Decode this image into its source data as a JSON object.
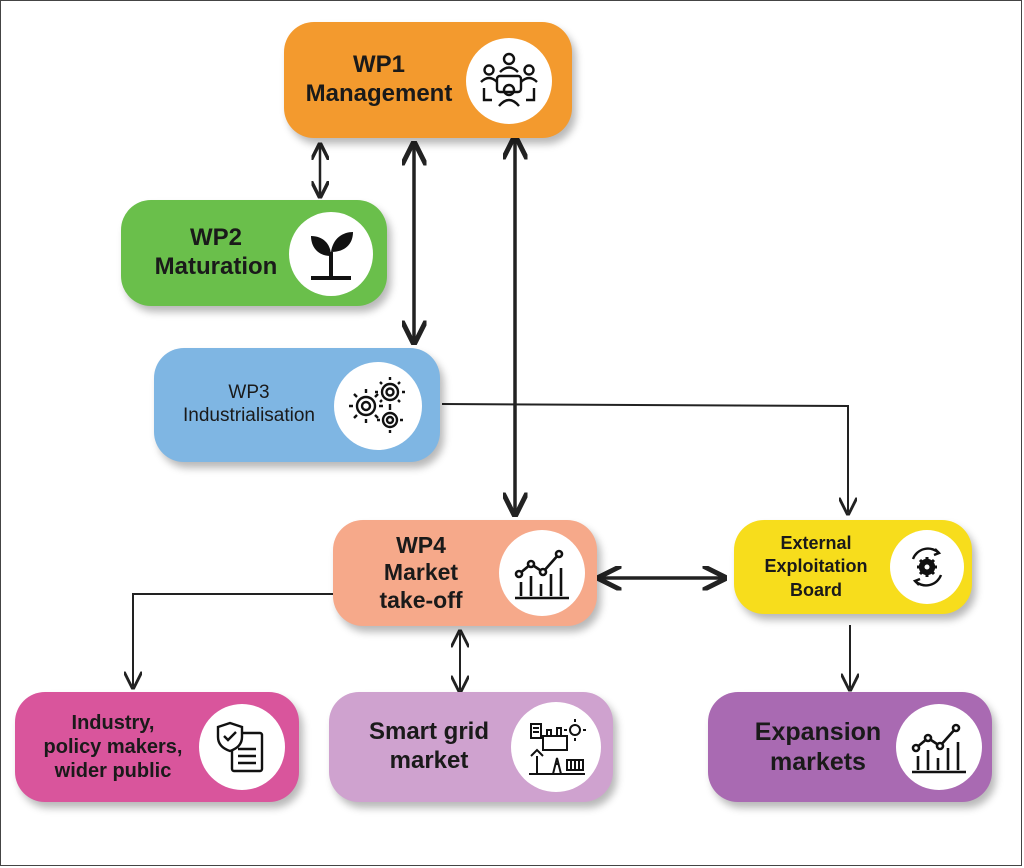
{
  "nodes": {
    "wp1": {
      "line1": "WP1",
      "line2": "Management",
      "color": "#f39a2e",
      "icon": "meeting-icon"
    },
    "wp2": {
      "line1": "WP2",
      "line2": "Maturation",
      "color": "#6abf4b",
      "icon": "sprout-icon"
    },
    "wp3": {
      "line1": "WP3",
      "line2": "Industrialisation",
      "color": "#7fb6e3",
      "icon": "gears-icon"
    },
    "wp4": {
      "line1": "WP4",
      "line2": "Market",
      "line3": "take-off",
      "color": "#f6a98a",
      "icon": "growth-chart-icon"
    },
    "eeb": {
      "line1": "External",
      "line2": "Exploitation",
      "line3": "Board",
      "color": "#f7dd1c",
      "icon": "gear-cycle-icon"
    },
    "industry": {
      "line1": "Industry,",
      "line2": "policy makers,",
      "line3": "wider public",
      "color": "#d9559c",
      "icon": "document-shield-icon"
    },
    "smartgrid": {
      "line1": "Smart grid",
      "line2": "market",
      "color": "#cfa2cf",
      "icon": "energy-grid-icon"
    },
    "expansion": {
      "line1": "Expansion",
      "line2": "markets",
      "color": "#a96ab2",
      "icon": "growth-chart-icon"
    }
  }
}
